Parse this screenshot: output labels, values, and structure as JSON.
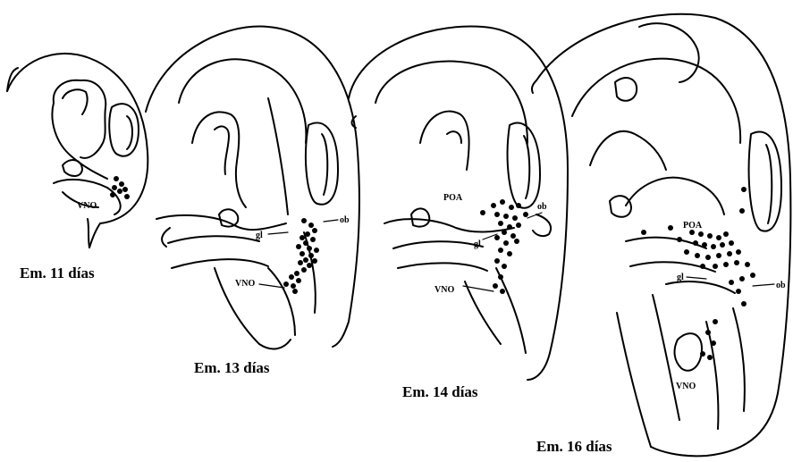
{
  "figure": {
    "panels": [
      {
        "id": "e11",
        "title": "Em. 11 días",
        "labels": [
          "VNO"
        ]
      },
      {
        "id": "e13",
        "title": "Em. 13 días",
        "labels": [
          "ob",
          "gl",
          "VNO"
        ]
      },
      {
        "id": "e14",
        "title": "Em. 14 días",
        "labels": [
          "POA",
          "ob",
          "gl",
          "VNO"
        ]
      },
      {
        "id": "e16",
        "title": "Em. 16 días",
        "labels": [
          "POA",
          "gl",
          "ob",
          "VNO"
        ]
      }
    ]
  },
  "colors": {
    "ink": "#000000",
    "background": "#ffffff"
  }
}
